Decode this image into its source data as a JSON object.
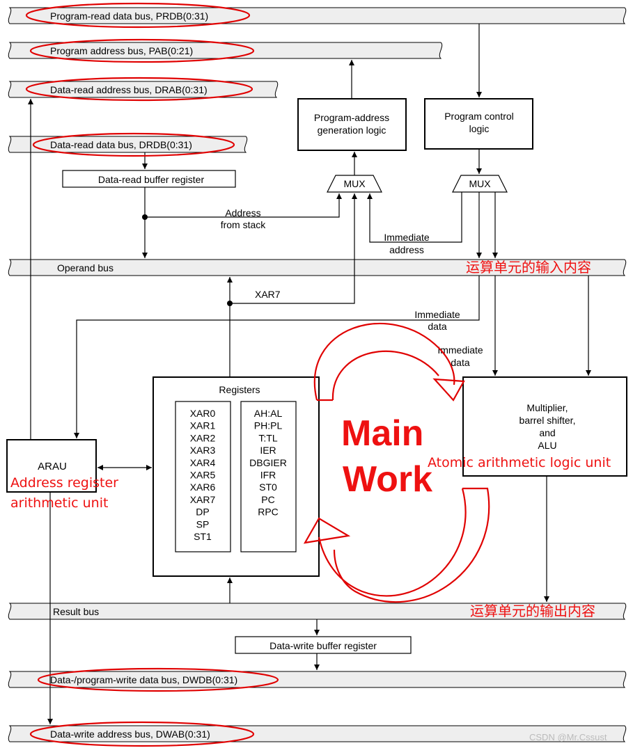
{
  "buses": {
    "prdb": "Program-read data bus, PRDB(0:31)",
    "pab": "Program address bus, PAB(0:21)",
    "drab": "Data-read address bus, DRAB(0:31)",
    "drdb": "Data-read data bus, DRDB(0:31)",
    "operand": "Operand bus",
    "result": "Result bus",
    "dwdb": "Data-/program-write data bus, DWDB(0:31)",
    "dwab": "Data-write address bus, DWAB(0:31)"
  },
  "blocks": {
    "pagl_line1": "Program-address",
    "pagl_line2": "generation logic",
    "pcl_line1": "Program control",
    "pcl_line2": "logic",
    "mux": "MUX",
    "data_read_buffer": "Data-read buffer register",
    "data_write_buffer": "Data-write buffer register",
    "registers_title": "Registers",
    "arau": "ARAU",
    "alu_line1": "Multiplier,",
    "alu_line2": "barrel shifter,",
    "alu_line3": "and",
    "alu_line4": "ALU"
  },
  "labels": {
    "address_from_stack_1": "Address",
    "address_from_stack_2": "from stack",
    "immediate_address_1": "Immediate",
    "immediate_address_2": "address",
    "xar7": "XAR7",
    "immediate_data_a1": "Immediate",
    "immediate_data_a2": "data",
    "immediate_data_b1": "Immediate",
    "immediate_data_b2": "data"
  },
  "registers_left": [
    "XAR0",
    "XAR1",
    "XAR2",
    "XAR3",
    "XAR4",
    "XAR5",
    "XAR6",
    "XAR7",
    "DP",
    "SP",
    "ST1"
  ],
  "registers_right": [
    "AH:AL",
    "PH:PL",
    "T:TL",
    "IER",
    "DBGIER",
    "IFR",
    "ST0",
    "PC",
    "RPC"
  ],
  "annotations": {
    "input_note": "运算单元的输入内容",
    "output_note": "运算单元的输出内容",
    "main_work_1": "Main",
    "main_work_2": "Work",
    "alu_note": "Atomic arithmetic logic unit",
    "arau_note_1": "Address register",
    "arau_note_2": "arithmetic unit",
    "accent_color": "#e00000"
  },
  "watermark": "CSDN @Mr.Cssust"
}
